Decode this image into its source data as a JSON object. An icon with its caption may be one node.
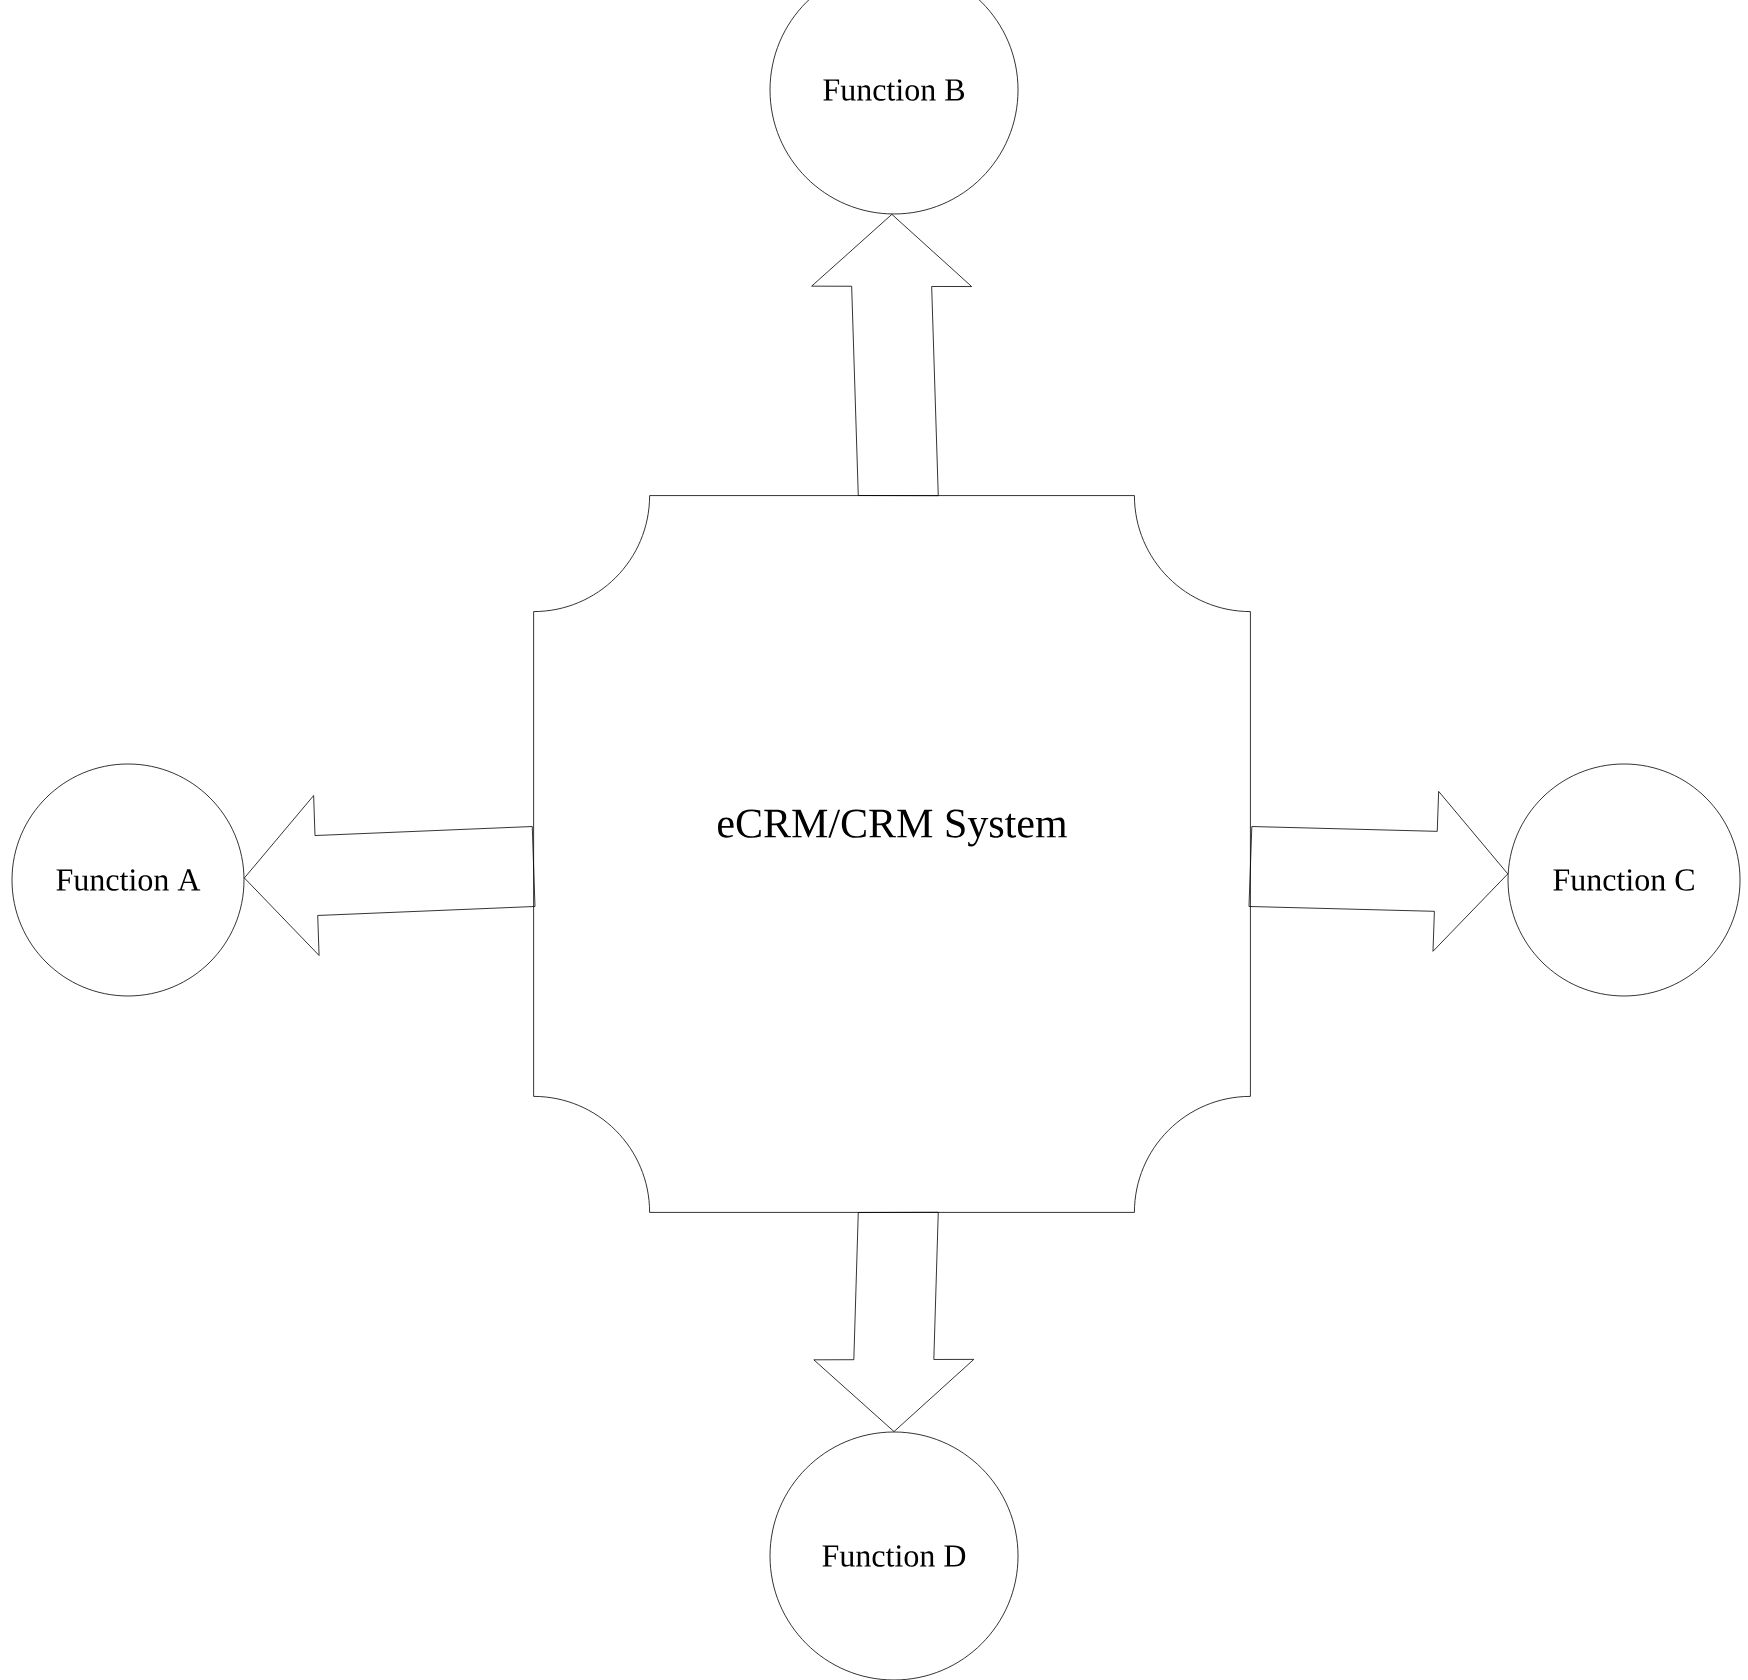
{
  "diagram": {
    "nodes": [
      {
        "text": [
          "eCRM/CRM System"
        ]
      },
      {
        "text": [
          "Function B"
        ]
      },
      {
        "text": [
          "Function A"
        ]
      },
      {
        "text": [
          "Function C"
        ]
      },
      {
        "text": [
          "Function D"
        ]
      }
    ],
    "edges": [
      {
        "from": 0,
        "to": 1,
        "arrow": "to"
      },
      {
        "from": 0,
        "to": 2,
        "arrow": "to"
      },
      {
        "from": 0,
        "to": 3,
        "arrow": "to"
      },
      {
        "from": 0,
        "to": 4,
        "arrow": "to"
      }
    ]
  }
}
